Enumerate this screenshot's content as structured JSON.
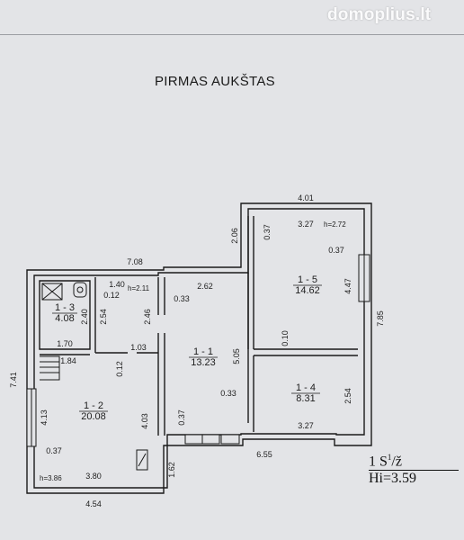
{
  "watermark": "domoplius.lt",
  "title": "PIRMAS AUKŠTAS",
  "rooms": [
    {
      "id": "1 - 1",
      "area": "13.23"
    },
    {
      "id": "1 - 2",
      "area": "20.08"
    },
    {
      "id": "1 - 3",
      "area": "4.08"
    },
    {
      "id": "1 - 4",
      "area": "8.31"
    },
    {
      "id": "1 - 5",
      "area": "14.62"
    }
  ],
  "heights": {
    "room15": "h=2.72",
    "room11": "h=2.11",
    "room12": "h=3.86"
  },
  "dims": {
    "top_401": "4.01",
    "d206": "2.06",
    "d708": "7.08",
    "d327a": "3.27",
    "d037a": "0.37",
    "d037b": "0.37",
    "d447": "4.47",
    "d785": "7.85",
    "d010": "0.10",
    "d140": "1.40",
    "d012a": "0.12",
    "d033a": "0.33",
    "d262": "2.62",
    "d240": "2.40",
    "d254a": "2.54",
    "d246": "2.46",
    "d505": "5.05",
    "d170": "1.70",
    "d103": "1.03",
    "d184": "1.84",
    "d012b": "0.12",
    "d741": "7.41",
    "d413": "4.13",
    "d403": "4.03",
    "d037c": "0.37",
    "d033b": "0.33",
    "d254b": "2.54",
    "d327b": "3.27",
    "d037d": "0.37",
    "d380": "3.80",
    "d162": "1.62",
    "d655": "6.55",
    "d454": "4.54"
  },
  "scale": {
    "line1": "1 S",
    "sup": "1",
    "slash": "/ž",
    "line2": "Hi=3.59"
  }
}
